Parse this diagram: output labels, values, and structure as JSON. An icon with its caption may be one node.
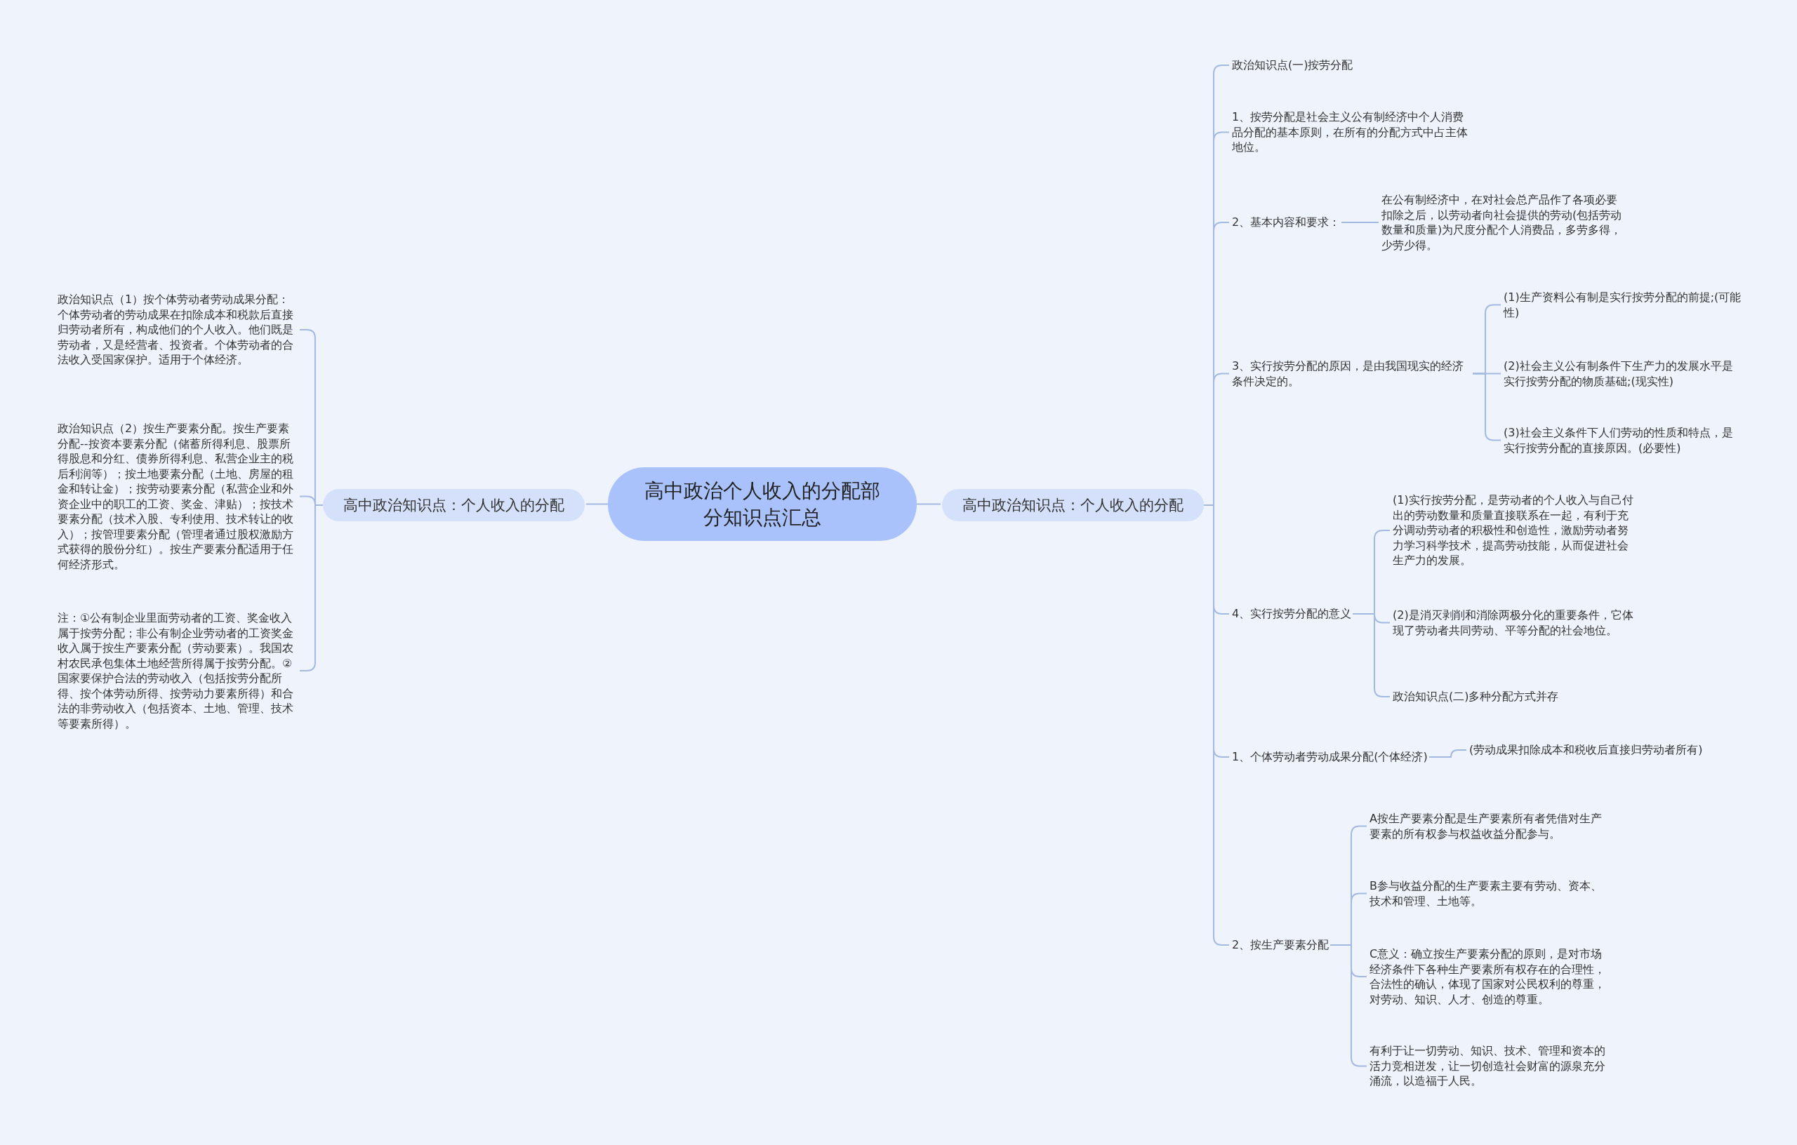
{
  "diagram": {
    "nodes": [
      {
        "text": [
          "高中政治个人收入的分配部分知识点汇总"
        ]
      },
      {
        "text": [
          "高中政治知识点：个人收入的分配"
        ]
      },
      {
        "text": [
          "政治知识点（1）按个体劳动者劳动成果分配：个体劳动者的劳动成果在扣除成本和税款后直接归劳动者所有，构成他们的个人收入。他们既是劳动者，又是经营者、投资者。个体劳动者的合法收入受国家保护。适用于个体经济。"
        ]
      },
      {
        "text": [
          "政治知识点（2）按生产要素分配。按生产要素分配--按资本要素分配（储蓄所得利息、股票所得股息和分红、债券所得利息、私营企业主的税后利润等）；按土地要素分配（土地、房屋的租金和转让金）；按劳动要素分配（私营企业和外资企业中的职工的工资、奖金、津贴）；按技术要素分配（技术入股、专利使用、技术转让的收入）；按管理要素分配（管理者通过股权激励方式获得的股份分红）。按生产要素分配适用于任何经济形式。"
        ]
      },
      {
        "text": [
          "注：①公有制企业里面劳动者的工资、奖金收入属于按劳分配；非公有制企业劳动者的工资奖金收入属于按生产要素分配（劳动要素）。我国农村农民承包集体土地经营所得属于按劳分配。②国家要保护合法的劳动收入（包括按劳分配所得、按个体劳动所得、按劳动力要素所得）和合法的非劳动收入（包括资本、土地、管理、技术等要素所得）。"
        ]
      },
      {
        "text": [
          "高中政治知识点：个人收入的分配"
        ]
      },
      {
        "text": [
          "政治知识点(一)按劳分配"
        ]
      },
      {
        "text": [
          "1、按劳分配是社会主义公有制经济中个人消费品分配的基本原则，在所有的分配方式中占主体地位。"
        ]
      },
      {
        "text": [
          "2、基本内容和要求："
        ]
      },
      {
        "text": [
          "在公有制经济中，在对社会总产品作了各项必要扣除之后，以劳动者向社会提供的劳动(包括劳动数量和质量)为尺度分配个人消费品，多劳多得，少劳少得。"
        ]
      },
      {
        "text": [
          "3、实行按劳分配的原因，是由我国现实的经济条件决定的。"
        ]
      },
      {
        "text": [
          "(1)生产资料公有制是实行按劳分配的前提;(可能性)"
        ]
      },
      {
        "text": [
          "(2)社会主义公有制条件下生产力的发展水平是实行按劳分配的物质基础;(现实性)"
        ]
      },
      {
        "text": [
          "(3)社会主义条件下人们劳动的性质和特点，是实行按劳分配的直接原因。(必要性)"
        ]
      },
      {
        "text": [
          "4、实行按劳分配的意义"
        ]
      },
      {
        "text": [
          "(1)实行按劳分配，是劳动者的个人收入与自己付出的劳动数量和质量直接联系在一起，有利于充分调动劳动者的积极性和创造性，激励劳动者努力学习科学技术，提高劳动技能，从而促进社会生产力的发展。"
        ]
      },
      {
        "text": [
          "(2)是消灭剥削和消除两极分化的重要条件，它体现了劳动者共同劳动、平等分配的社会地位。"
        ]
      },
      {
        "text": [
          "政治知识点(二)多种分配方式并存"
        ]
      },
      {
        "text": [
          "1、个体劳动者劳动成果分配(个体经济)"
        ]
      },
      {
        "text": [
          "(劳动成果扣除成本和税收后直接归劳动者所有)"
        ]
      },
      {
        "text": [
          "2、按生产要素分配"
        ]
      },
      {
        "text": [
          "A按生产要素分配是生产要素所有者凭借对生产要素的所有权参与权益收益分配参与。"
        ]
      },
      {
        "text": [
          "B参与收益分配的生产要素主要有劳动、资本、技术和管理、土地等。"
        ]
      },
      {
        "text": [
          "C意义：确立按生产要素分配的原则，是对市场经济条件下各种生产要素所有权存在的合理性，合法性的确认，体现了国家对公民权利的尊重，对劳动、知识、人才、创造的尊重。"
        ]
      },
      {
        "text": [
          "有利于让一切劳动、知识、技术、管理和资本的活力竞相迸发，让一切创造社会财富的源泉充分涌流，以造福于人民。"
        ]
      }
    ],
    "edges": [
      {
        "from": 0,
        "to": 1,
        "arrow": "none"
      },
      {
        "from": 1,
        "to": 2,
        "arrow": "none"
      },
      {
        "from": 1,
        "to": 3,
        "arrow": "none"
      },
      {
        "from": 1,
        "to": 4,
        "arrow": "none"
      },
      {
        "from": 0,
        "to": 5,
        "arrow": "none"
      },
      {
        "from": 5,
        "to": 6,
        "arrow": "none"
      },
      {
        "from": 5,
        "to": 7,
        "arrow": "none"
      },
      {
        "from": 5,
        "to": 8,
        "arrow": "none"
      },
      {
        "from": 8,
        "to": 9,
        "arrow": "none"
      },
      {
        "from": 5,
        "to": 10,
        "arrow": "none"
      },
      {
        "from": 10,
        "to": 11,
        "arrow": "none"
      },
      {
        "from": 10,
        "to": 12,
        "arrow": "none"
      },
      {
        "from": 10,
        "to": 13,
        "arrow": "none"
      },
      {
        "from": 5,
        "to": 14,
        "arrow": "none"
      },
      {
        "from": 14,
        "to": 15,
        "arrow": "none"
      },
      {
        "from": 14,
        "to": 16,
        "arrow": "none"
      },
      {
        "from": 14,
        "to": 17,
        "arrow": "none"
      },
      {
        "from": 5,
        "to": 18,
        "arrow": "none"
      },
      {
        "from": 18,
        "to": 19,
        "arrow": "none"
      },
      {
        "from": 5,
        "to": 20,
        "arrow": "none"
      },
      {
        "from": 20,
        "to": 21,
        "arrow": "none"
      },
      {
        "from": 20,
        "to": 22,
        "arrow": "none"
      },
      {
        "from": 20,
        "to": 23,
        "arrow": "none"
      },
      {
        "from": 20,
        "to": 24,
        "arrow": "none"
      }
    ]
  }
}
